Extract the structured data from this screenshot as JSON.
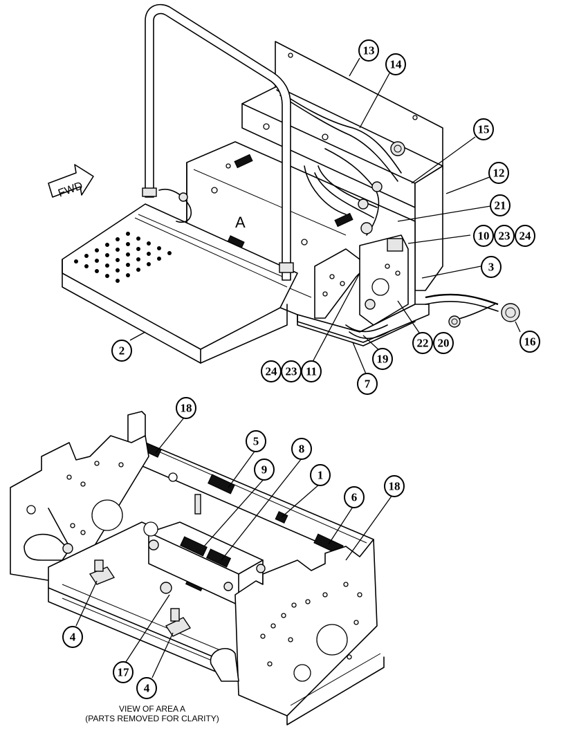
{
  "top_view": {
    "fwd_label": "FWD",
    "area_label": "A",
    "callouts": [
      {
        "label": "13"
      },
      {
        "label": "14"
      },
      {
        "label": "15"
      },
      {
        "label": "12"
      },
      {
        "label": "21"
      },
      {
        "label": "10"
      },
      {
        "label": "23"
      },
      {
        "label": "24"
      },
      {
        "label": "3"
      },
      {
        "label": "16"
      },
      {
        "label": "22"
      },
      {
        "label": "20"
      },
      {
        "label": "19"
      },
      {
        "label": "7"
      },
      {
        "label": "24"
      },
      {
        "label": "23"
      },
      {
        "label": "11"
      },
      {
        "label": "2"
      }
    ]
  },
  "bottom_view": {
    "callouts": [
      {
        "label": "18"
      },
      {
        "label": "5"
      },
      {
        "label": "8"
      },
      {
        "label": "9"
      },
      {
        "label": "1"
      },
      {
        "label": "6"
      },
      {
        "label": "18"
      },
      {
        "label": "4"
      },
      {
        "label": "17"
      },
      {
        "label": "4"
      }
    ],
    "caption_line1": "VIEW OF AREA A",
    "caption_line2": "(PARTS REMOVED FOR CLARITY)"
  }
}
